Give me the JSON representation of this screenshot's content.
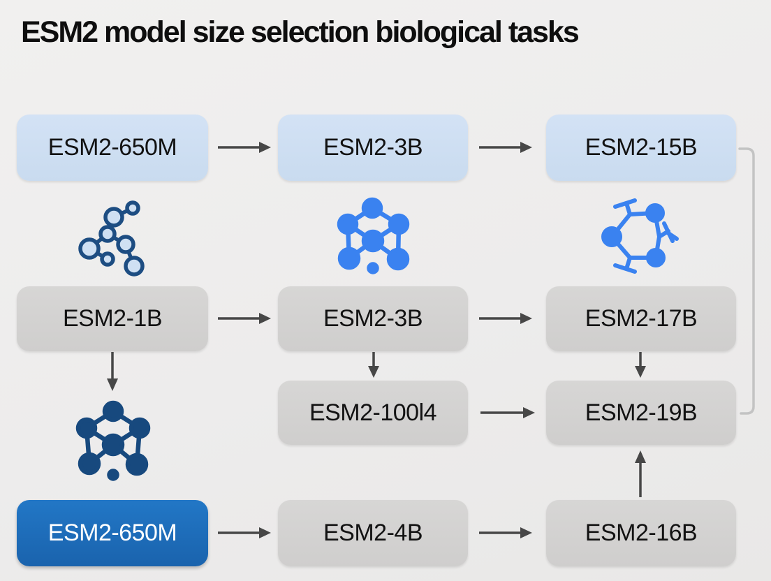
{
  "title": "ESM2 model size selection biological tasks",
  "nodes": {
    "row1": [
      {
        "label": "ESM2-650M",
        "style": "light-blue"
      },
      {
        "label": "ESM2-3B",
        "style": "light-blue"
      },
      {
        "label": "ESM2-15B",
        "style": "light-blue"
      }
    ],
    "row2": [
      {
        "label": "ESM2-1B",
        "style": "gray"
      },
      {
        "label": "ESM2-3B",
        "style": "gray"
      },
      {
        "label": "ESM2-17B",
        "style": "gray"
      }
    ],
    "row3": [
      {
        "label": "ESM2-100l4",
        "style": "gray"
      },
      {
        "label": "ESM2-19B",
        "style": "gray"
      }
    ],
    "row4": [
      {
        "label": "ESM2-650M",
        "style": "blue-highlight"
      },
      {
        "label": "ESM2-4B",
        "style": "gray"
      },
      {
        "label": "ESM2-16B",
        "style": "gray"
      }
    ]
  },
  "icons": [
    {
      "name": "molecule-chain-icon",
      "description": "outlined branched molecule, navy stroke with light fill"
    },
    {
      "name": "molecule-network-blue-icon",
      "description": "solid bright blue pentagon network with center node and dot"
    },
    {
      "name": "molecule-ring-icon",
      "description": "bright blue hexagonal ring with node circles and branch stubs"
    },
    {
      "name": "molecule-network-dark-icon",
      "description": "solid navy pentagon network with center node and dot"
    }
  ],
  "connections": [
    "ESM2-650M -> ESM2-3B (row 1)",
    "ESM2-3B -> ESM2-15B (row 1)",
    "ESM2-1B -> ESM2-3B (row 2)",
    "ESM2-3B -> ESM2-17B (row 2)",
    "ESM2-1B down-arrow to dark molecule / ESM2-650M",
    "ESM2-3B down-arrow to ESM2-100l4",
    "ESM2-17B down-arrow to ESM2-19B",
    "ESM2-100l4 -> ESM2-19B",
    "ESM2-650M -> ESM2-4B (row 4)",
    "ESM2-4B -> ESM2-16B (row 4)",
    "ESM2-16B up-arrow to ESM2-19B",
    "ESM2-15B right-side bracket down to ESM2-19B"
  ],
  "colors": {
    "background": "#edecec",
    "box_light_blue": "#cddef1",
    "box_gray": "#d3d3d2",
    "box_blue": "#1d6eba",
    "box_blue_text": "#ffffff",
    "text": "#111111",
    "arrow": "#474747",
    "bracket": "#c3c3c3",
    "icon_blue": "#3a82f0",
    "icon_navy": "#17497e"
  }
}
